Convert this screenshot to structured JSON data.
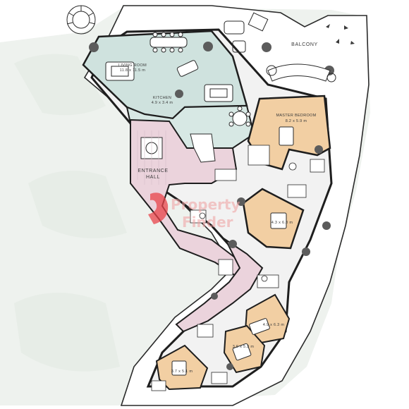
{
  "plan": {
    "rooms": {
      "living": {
        "name": "LIVING ROOM",
        "size": "11.8 x 11.5 m"
      },
      "kitchen": {
        "name": "KITCHEN",
        "size": "4.9 x 3.4 m"
      },
      "entrance": {
        "line1": "ENTRANCE",
        "line2": "HALL"
      },
      "balcony": {
        "name": "BALCONY"
      },
      "master": {
        "name": "MASTER BEDROOM",
        "size": "8.2 x 5.9 m"
      },
      "bed2": {
        "size": "4.3 x 6.3 m"
      },
      "bed3": {
        "size": "4.9 x 6.3 m"
      },
      "bed4": {
        "size": "3.6 x 5.3 m"
      },
      "bed5": {
        "size": "3.7 x 5.1 m"
      }
    },
    "watermark": {
      "line1": "Property",
      "line2": "Finder"
    },
    "colors": {
      "wall": "#1e1e1e",
      "background_land": "#e6eee6",
      "living": "#cfe2de",
      "entrance": "#ebd3dc",
      "bedroom": "#f2cfa3",
      "floor_grey": "#ededed",
      "brand": "#e8434a"
    }
  }
}
